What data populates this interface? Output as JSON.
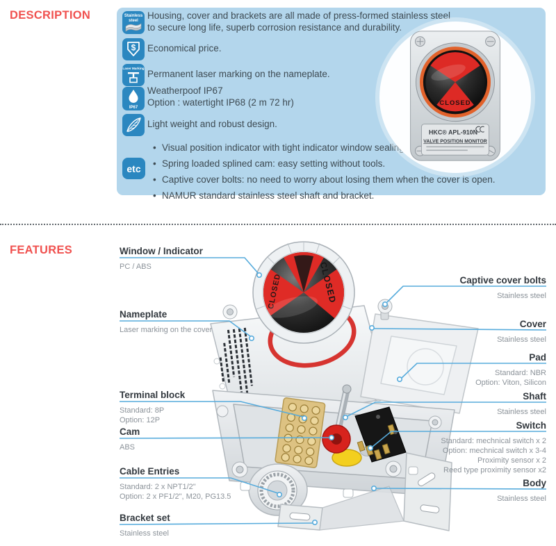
{
  "description": {
    "heading": "DESCRIPTION",
    "panel_bg": "#b3d6ec",
    "icon_bg": "#2b87c0",
    "items": [
      {
        "icon": "stainless-steel-icon",
        "lines": [
          "Housing, cover and brackets are all made of press-formed stainless steel",
          "to secure long life, superb corrosion resistance and durability."
        ]
      },
      {
        "icon": "economical-price-icon",
        "lines": [
          "Economical price."
        ]
      },
      {
        "icon": "laser-marking-icon",
        "lines": [
          "Permanent laser marking on the nameplate."
        ]
      },
      {
        "icon": "ip67-drop-icon",
        "lines": [
          "Weatherpoof IP67",
          "Option : watertight IP68 (2 m 72 hr)"
        ]
      },
      {
        "icon": "feather-icon",
        "lines": [
          "Light weight and robust design."
        ]
      }
    ],
    "etc": {
      "label": "etc",
      "bullets": [
        "Visual position indicator with tight indicator window sealing.",
        "Spring loaded splined cam: easy setting without tools.",
        "Captive cover bolts: no need to worry about losing them when the cover is open.",
        "NAMUR standard stainless steel shaft and bracket."
      ]
    },
    "photo": {
      "brand_model": "HKC® APL-910N",
      "title": "VALVE POSITION MONITOR",
      "indicator": "CLOSED"
    },
    "icon_captions": {
      "stainless_line1": "Stainless",
      "stainless_line2": "steel",
      "laser": "Laser Marking",
      "ip67": "IP67",
      "dollar": "$"
    }
  },
  "features": {
    "heading": "FEATURES",
    "diagram_indicator": "CLOSED",
    "left_callouts": [
      {
        "title": "Window / Indicator",
        "desc": [
          "PC / ABS"
        ]
      },
      {
        "title": "Nameplate",
        "desc": [
          "Laser marking on the cover"
        ]
      },
      {
        "title": "Terminal block",
        "desc": [
          "Standard: 8P",
          "Option: 12P"
        ]
      },
      {
        "title": "Cam",
        "desc": [
          "ABS"
        ]
      },
      {
        "title": "Cable Entries",
        "desc": [
          "Standard: 2 x NPT1/2\"",
          "Option: 2 x PF1/2\", M20, PG13.5"
        ]
      },
      {
        "title": "Bracket set",
        "desc": [
          "Stainless steel"
        ]
      }
    ],
    "right_callouts": [
      {
        "title": "Captive cover bolts",
        "desc": [
          "Stainless steel"
        ]
      },
      {
        "title": "Cover",
        "desc": [
          "Stainless steel"
        ]
      },
      {
        "title": "Pad",
        "desc": [
          "Standard: NBR",
          "Option: Viton, Silicon"
        ]
      },
      {
        "title": "Shaft",
        "desc": [
          "Stainless steel"
        ]
      },
      {
        "title": "Switch",
        "desc": [
          "Standard: mechnical switch x 2",
          "Option: mechnical switch x 3-4",
          "Proximity sensor x 2",
          "Reed type proximity sensor x2"
        ]
      },
      {
        "title": "Body",
        "desc": [
          "Stainless steel"
        ]
      }
    ],
    "colors": {
      "accent_red": "#f0514f",
      "leader_blue": "#56abdc"
    }
  }
}
